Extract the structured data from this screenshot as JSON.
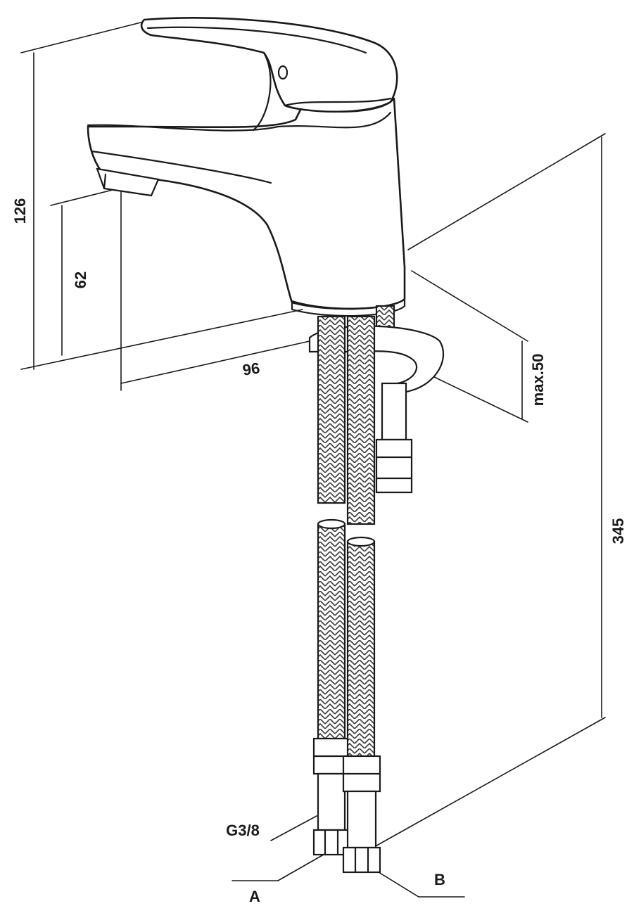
{
  "dimensions": {
    "height_total": "126",
    "outlet_height": "62",
    "projection": "96",
    "max_thickness": "max.50",
    "hose_length": "345"
  },
  "connections": {
    "thread": "G3/8",
    "hose_a": "A",
    "hose_b": "B"
  },
  "colors": {
    "line": "#1a1a1a",
    "background": "#ffffff"
  }
}
